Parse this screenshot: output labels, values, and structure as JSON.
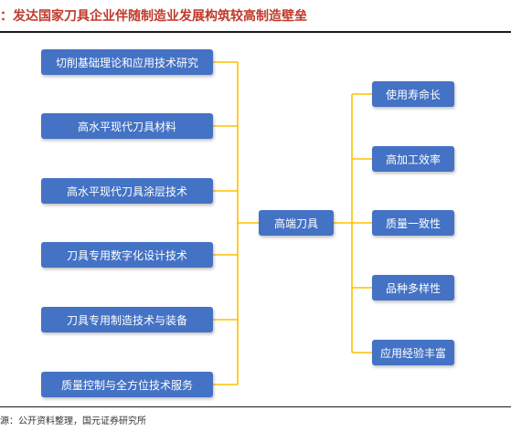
{
  "title": "：发达国家刀具企业伴随制造业发展构筑较高制造壁垒",
  "source": "源：公开资料整理，国元证券研究所",
  "colors": {
    "box": "#4472c4",
    "connector": "#ffc000",
    "title": "#c0392b"
  },
  "diagram": {
    "left_nodes": [
      "切削基础理论和应用技术研究",
      "高水平现代刀具材料",
      "高水平现代刀具涂层技术",
      "刀具专用数字化设计技术",
      "刀具专用制造技术与装备",
      "质量控制与全方位技术服务"
    ],
    "center_node": "高端刀具",
    "right_nodes": [
      "使用寿命长",
      "高加工效率",
      "质量一致性",
      "品种多样性",
      "应用经验丰富"
    ]
  }
}
